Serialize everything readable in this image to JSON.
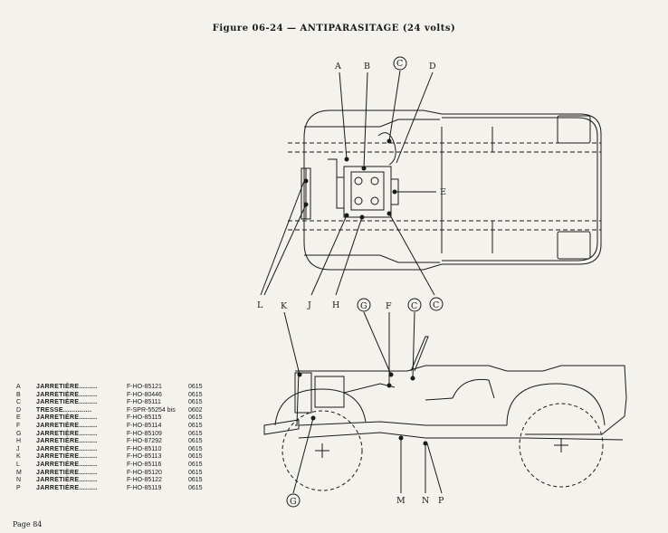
{
  "title": "Figure 06-24 — ANTIPARASITAGE (24 volts)",
  "page_label": "Page 84",
  "callouts_top": {
    "A": "A",
    "B": "B",
    "C1": "C",
    "D": "D",
    "E": "E",
    "L": "L",
    "K_dummy": "",
    "J": "J",
    "H": "H",
    "C2": "C"
  },
  "callouts_side": {
    "K": "K",
    "G1": "G",
    "F": "F",
    "C3": "C",
    "G2": "G",
    "M": "M",
    "N": "N",
    "P": "P"
  },
  "parts": [
    {
      "letter": "A",
      "name": "JARRETIÈRE.........",
      "ref": "F-HO-85121",
      "code": "0615"
    },
    {
      "letter": "B",
      "name": "JARRETIÈRE.........",
      "ref": "F-HO-80446",
      "code": "0615"
    },
    {
      "letter": "C",
      "name": "JARRETIÈRE.........",
      "ref": "F-HO-85111",
      "code": "0615"
    },
    {
      "letter": "D",
      "name": "TRESSE..............",
      "ref": "F-SPR-55254 bis",
      "code": "0602"
    },
    {
      "letter": "E",
      "name": "JARRETIÈRE.........",
      "ref": "F-HO-85115",
      "code": "0615"
    },
    {
      "letter": "F",
      "name": "JARRETIÈRE.........",
      "ref": "F-HO-85114",
      "code": "0615"
    },
    {
      "letter": "G",
      "name": "JARRETIÈRE.........",
      "ref": "F-HO-85109",
      "code": "0615"
    },
    {
      "letter": "H",
      "name": "JARRETIÈRE.........",
      "ref": "F-HO-87292",
      "code": "0615"
    },
    {
      "letter": "J",
      "name": "JARRETIÈRE.........",
      "ref": "F-HO-85110",
      "code": "0615"
    },
    {
      "letter": "K",
      "name": "JARRETIÈRE.........",
      "ref": "F-HO-85113",
      "code": "0615"
    },
    {
      "letter": "L",
      "name": "JARRETIÈRE.........",
      "ref": "F-HO-85116",
      "code": "0615"
    },
    {
      "letter": "M",
      "name": "JARRETIÈRE.........",
      "ref": "F-HO-85120",
      "code": "0615"
    },
    {
      "letter": "N",
      "name": "JARRETIÈRE.........",
      "ref": "F-HO-85122",
      "code": "0615"
    },
    {
      "letter": "P",
      "name": "JARRETIÈRE.........",
      "ref": "F-HO-85119",
      "code": "0615"
    }
  ]
}
